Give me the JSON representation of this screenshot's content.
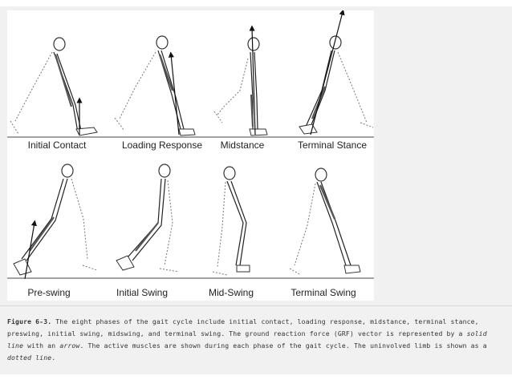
{
  "figure": {
    "phases_top": [
      "Initial Contact",
      "Loading Response",
      "Midstance",
      "Terminal Stance"
    ],
    "phases_bottom": [
      "Pre-swing",
      "Initial Swing",
      "Mid-Swing",
      "Terminal Swing"
    ]
  },
  "caption": {
    "label": "Figure 6-3.",
    "text_1": " The eight phases of the gait cycle include initial contact, loading response, midstance, terminal stance, preswing, initial swing, midswing, and terminal swing. The ground reaction force (GRF) vector is represented by a ",
    "em_1": "solid line",
    "text_2": " with an ",
    "em_2": "arrow",
    "text_3": ". The active muscles are shown during each phase of the gait cycle. The uninvolved limb is shown as a ",
    "em_3": "dotted line",
    "text_4": "."
  }
}
